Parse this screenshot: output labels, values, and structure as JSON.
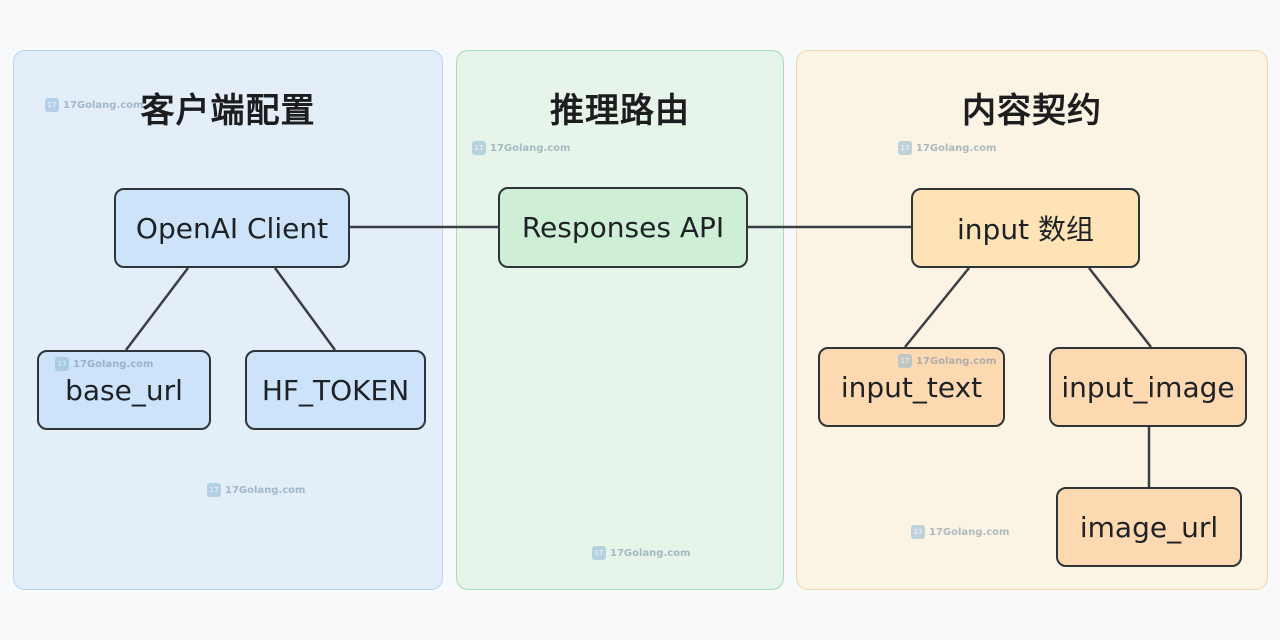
{
  "panels": {
    "client": {
      "title": "客户端配置"
    },
    "router": {
      "title": "推理路由"
    },
    "content": {
      "title": "内容契约"
    }
  },
  "nodes": {
    "openai_client": "OpenAI Client",
    "base_url": "base_url",
    "hf_token": "HF_TOKEN",
    "responses_api": "Responses API",
    "input_array": "input 数组",
    "input_text": "input_text",
    "input_image": "input_image",
    "image_url": "image_url"
  },
  "watermark": "17Golang.com",
  "colors": {
    "client_panel": "#e3eef9",
    "router_panel": "#e6f4e9",
    "content_panel": "#fbf3e3",
    "client_node": "#cde3f9",
    "router_node": "#cfeed6",
    "content_node": "#fde3b5"
  }
}
